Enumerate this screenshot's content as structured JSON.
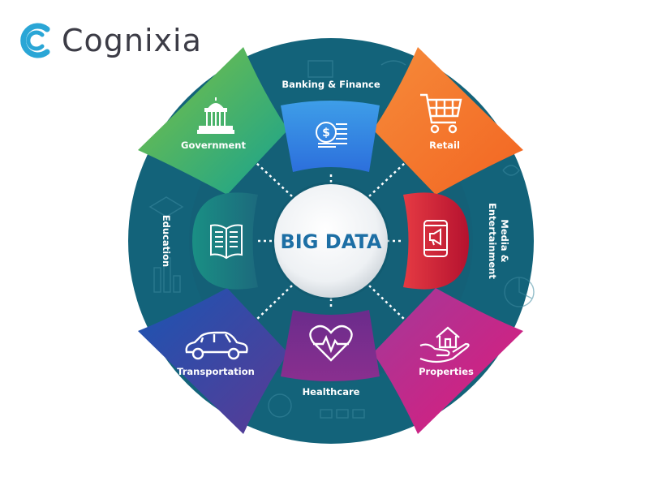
{
  "brand": {
    "name": "Cognixia"
  },
  "center": {
    "title": "BIG DATA"
  },
  "segments": [
    {
      "label": "Banking & Finance",
      "icon": "coins-icon"
    },
    {
      "label": "Retail",
      "icon": "shopping-cart-icon"
    },
    {
      "label": "Media & Entertainment",
      "label_line1": "Media &",
      "label_line2": "Entertainment",
      "icon": "smartphone-megaphone-icon"
    },
    {
      "label": "Properties",
      "icon": "house-in-hand-icon"
    },
    {
      "label": "Healthcare",
      "icon": "heart-pulse-icon"
    },
    {
      "label": "Transportation",
      "icon": "car-icon"
    },
    {
      "label": "Education",
      "icon": "open-book-icon"
    },
    {
      "label": "Government",
      "icon": "capitol-building-icon"
    }
  ],
  "colors": {
    "ring": "#13637a",
    "center_text": "#1d6fa5",
    "logo_text": "#3c3c46",
    "logo_ring": "#2aa6d6"
  }
}
